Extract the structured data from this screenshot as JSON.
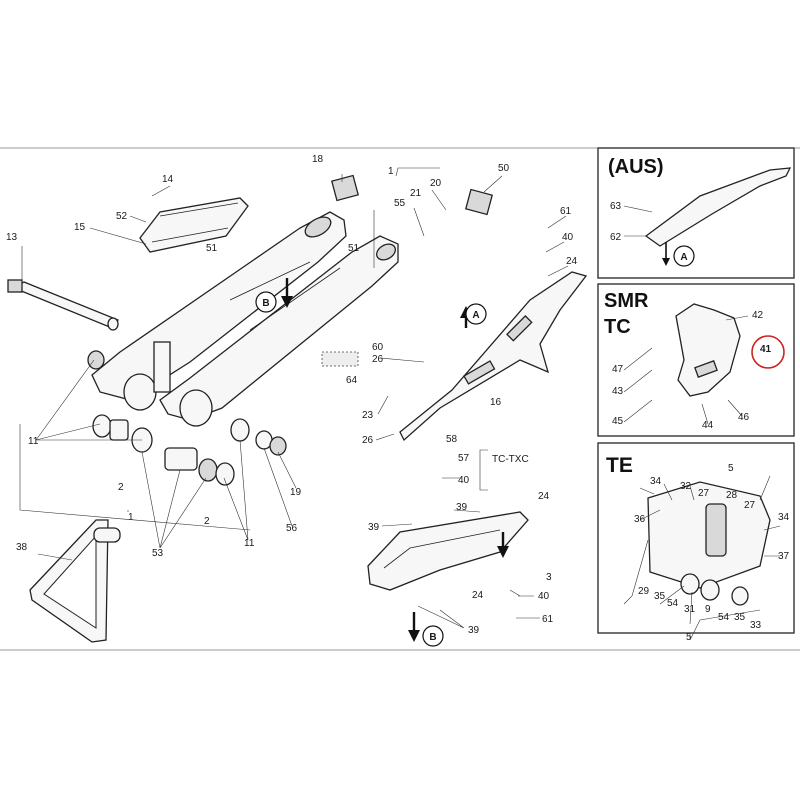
{
  "colors": {
    "highlight_circle": "#cc2222",
    "line": "#222222",
    "background": "#ffffff"
  },
  "sections": {
    "aus": "(AUS)",
    "smr": "SMR",
    "tc": "TC",
    "te": "TE"
  },
  "variant_label": "TC-TXC",
  "callouts": {
    "A": "A",
    "B": "B"
  },
  "part_numbers": {
    "p1": "1",
    "p2": "2",
    "p2b": "2",
    "p3": "3",
    "p5": "5",
    "p5b": "5",
    "p9": "9",
    "p11a": "11",
    "p11b": "11",
    "p13": "13",
    "p14": "14",
    "p15": "15",
    "p16": "16",
    "p18": "18",
    "p19": "19",
    "p20": "20",
    "p21": "21",
    "p23": "23",
    "p24a": "24",
    "p24b": "24",
    "p24c": "24",
    "p26a": "26",
    "p26b": "26",
    "p27a": "27",
    "p27b": "27",
    "p28": "28",
    "p29": "29",
    "p31": "31",
    "p32": "32",
    "p33": "33",
    "p34a": "34",
    "p34b": "34",
    "p35a": "35",
    "p35b": "35",
    "p36": "36",
    "p37": "37",
    "p38": "38",
    "p39a": "39",
    "p39b": "39",
    "p39c": "39",
    "p40a": "40",
    "p40b": "40",
    "p40c": "40",
    "p41": "41",
    "p42": "42",
    "p43": "43",
    "p44": "44",
    "p45": "45",
    "p46": "46",
    "p47": "47",
    "p50": "50",
    "p51a": "51",
    "p51b": "51",
    "p52": "52",
    "p53": "53",
    "p54a": "54",
    "p54b": "54",
    "p55": "55",
    "p56": "56",
    "p57": "57",
    "p58": "58",
    "p60": "60",
    "p61a": "61",
    "p61b": "61",
    "p62": "62",
    "p63": "63",
    "p64": "64"
  }
}
